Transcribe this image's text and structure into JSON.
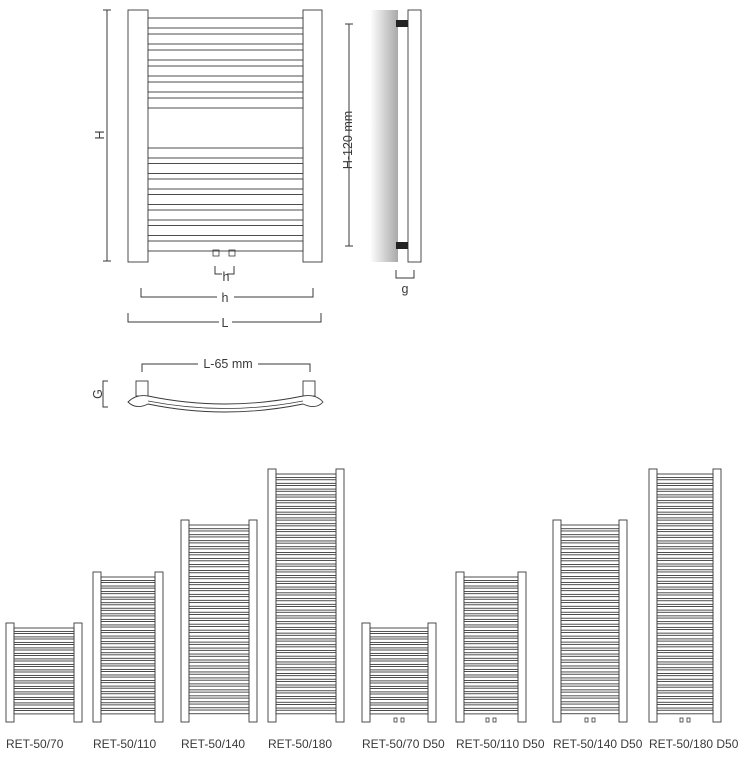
{
  "dimensions": {
    "height": "H",
    "height_offset": "H-120 mm",
    "pipe_spacing": "h",
    "axis_spacing": "h",
    "length": "L",
    "plan_length": "L-65 mm",
    "depth": "G",
    "wall_gap": "g"
  },
  "models": [
    {
      "label": "RET-50/70",
      "bars": 16,
      "size": "small",
      "d50": false
    },
    {
      "label": "RET-50/110",
      "bars": 25,
      "size": "medium",
      "d50": false
    },
    {
      "label": "RET-50/140",
      "bars": 32,
      "size": "large",
      "d50": false
    },
    {
      "label": "RET-50/180",
      "bars": 42,
      "size": "xlarge",
      "d50": false
    },
    {
      "label": "RET-50/70 D50",
      "bars": 16,
      "size": "small",
      "d50": true
    },
    {
      "label": "RET-50/110 D50",
      "bars": 25,
      "size": "medium",
      "d50": true
    },
    {
      "label": "RET-50/140 D50",
      "bars": 32,
      "size": "large",
      "d50": true
    },
    {
      "label": "RET-50/180 D50",
      "bars": 42,
      "size": "xlarge",
      "d50": true
    }
  ]
}
